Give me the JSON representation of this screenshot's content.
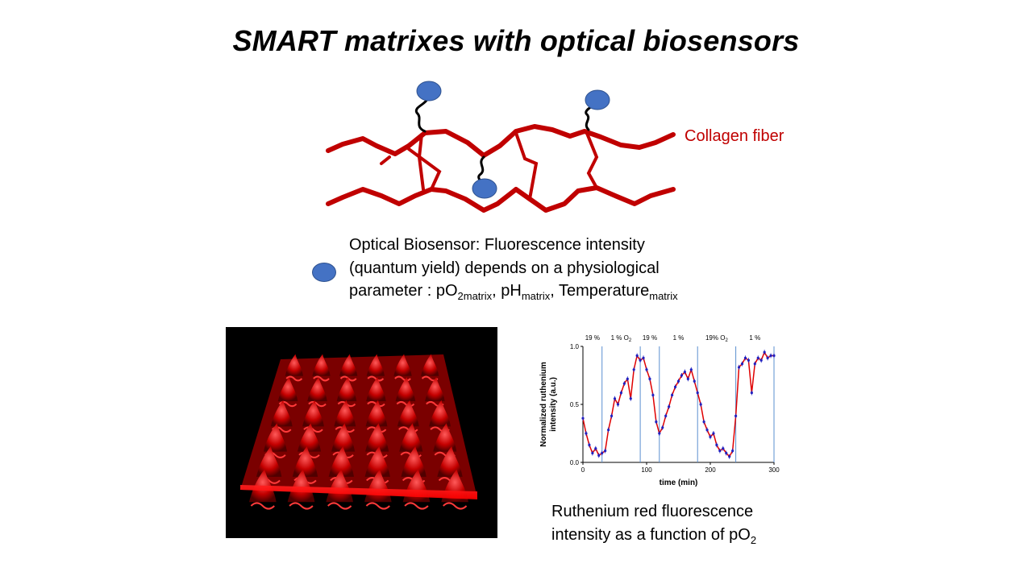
{
  "title": "SMART matrixes with optical biosensors",
  "diagram": {
    "fiber_label": "Collagen fiber",
    "fiber_color": "#c00000",
    "sensor_color": "#4472c4"
  },
  "description": {
    "line1": "Optical Biosensor: Fluorescence intensity",
    "line2": "(quantum yield) depends on a physiological",
    "line3_prefix": "parameter : pO",
    "sub_po2": "2matrix",
    "sep1": ", pH",
    "sub_ph": "matrix",
    "sep2": ", Temperature",
    "sub_temp": "matrix"
  },
  "caption": {
    "line1": "Ruthenium red fluorescence",
    "line2": "intensity as a function of pO",
    "sub": "2"
  },
  "chart_data": {
    "type": "line",
    "xlabel": "time (min)",
    "ylabel_line1": "Normalized ruthenium",
    "ylabel_line2": "intensity (a.u.)",
    "xlim": [
      0,
      300
    ],
    "ylim": [
      0,
      1
    ],
    "xticks": [
      0,
      100,
      200,
      300
    ],
    "yticks": [
      0.0,
      0.5,
      1.0
    ],
    "ytick_labels": [
      "0.0",
      "0.5",
      "1.0"
    ],
    "phase_labels": [
      {
        "text": "19 %",
        "x": 15
      },
      {
        "text": "1 % O",
        "sub": "2",
        "x": 60
      },
      {
        "text": "19 %",
        "x": 105
      },
      {
        "text": "1 %",
        "x": 150
      },
      {
        "text": "19% O",
        "sub": "2",
        "x": 210
      },
      {
        "text": "1 %",
        "x": 270
      }
    ],
    "phase_boundaries": [
      30,
      90,
      120,
      180,
      240,
      300
    ],
    "series": [
      {
        "color": "#e00000",
        "marker_color": "#2020c0",
        "x": [
          0,
          5,
          10,
          15,
          20,
          25,
          30,
          35,
          40,
          45,
          50,
          55,
          60,
          65,
          70,
          75,
          80,
          85,
          90,
          95,
          100,
          105,
          110,
          115,
          120,
          125,
          130,
          135,
          140,
          145,
          150,
          155,
          160,
          165,
          170,
          175,
          180,
          185,
          190,
          195,
          200,
          205,
          210,
          215,
          220,
          225,
          230,
          235,
          240,
          245,
          250,
          255,
          260,
          265,
          270,
          275,
          280,
          285,
          290,
          295,
          300
        ],
        "y": [
          0.38,
          0.25,
          0.15,
          0.08,
          0.12,
          0.06,
          0.08,
          0.1,
          0.28,
          0.4,
          0.55,
          0.5,
          0.6,
          0.68,
          0.72,
          0.55,
          0.8,
          0.92,
          0.88,
          0.9,
          0.8,
          0.72,
          0.58,
          0.35,
          0.25,
          0.3,
          0.4,
          0.48,
          0.58,
          0.65,
          0.7,
          0.75,
          0.78,
          0.72,
          0.8,
          0.7,
          0.6,
          0.5,
          0.35,
          0.28,
          0.22,
          0.25,
          0.15,
          0.1,
          0.12,
          0.08,
          0.05,
          0.1,
          0.4,
          0.82,
          0.85,
          0.9,
          0.88,
          0.6,
          0.85,
          0.9,
          0.88,
          0.95,
          0.9,
          0.92,
          0.92
        ]
      }
    ]
  }
}
